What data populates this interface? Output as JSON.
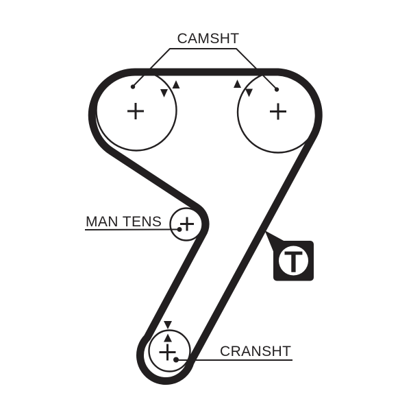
{
  "diagram": {
    "labels": {
      "camshaft": "CAMSHT",
      "manual_tensioner": "MAN TENS",
      "crankshaft": "CRANSHT"
    },
    "badge": {
      "letter": "T"
    },
    "colors": {
      "ink": "#221f20",
      "paper": "#ffffff"
    }
  }
}
